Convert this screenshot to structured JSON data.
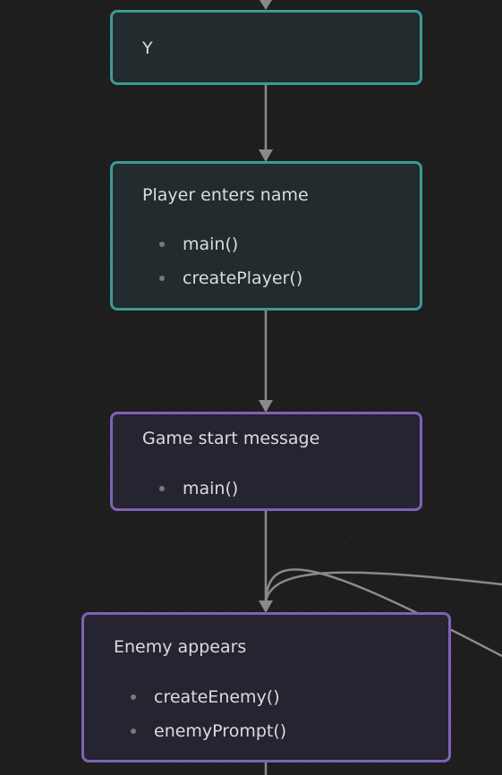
{
  "nodes": {
    "y": {
      "title": "Y",
      "items": []
    },
    "player_enters_name": {
      "title": "Player enters name",
      "items": [
        "main()",
        "createPlayer()"
      ]
    },
    "game_start_message": {
      "title": "Game start message",
      "items": [
        "main()"
      ]
    },
    "enemy_appears": {
      "title": "Enemy appears",
      "items": [
        "createEnemy()",
        "enemyPrompt()"
      ]
    }
  },
  "colors": {
    "background": "#1e1e1e",
    "teal_border": "#3a9a98",
    "purple_border": "#7d62b8",
    "edge": "#8a8a8a",
    "text": "#dcdcdc"
  }
}
